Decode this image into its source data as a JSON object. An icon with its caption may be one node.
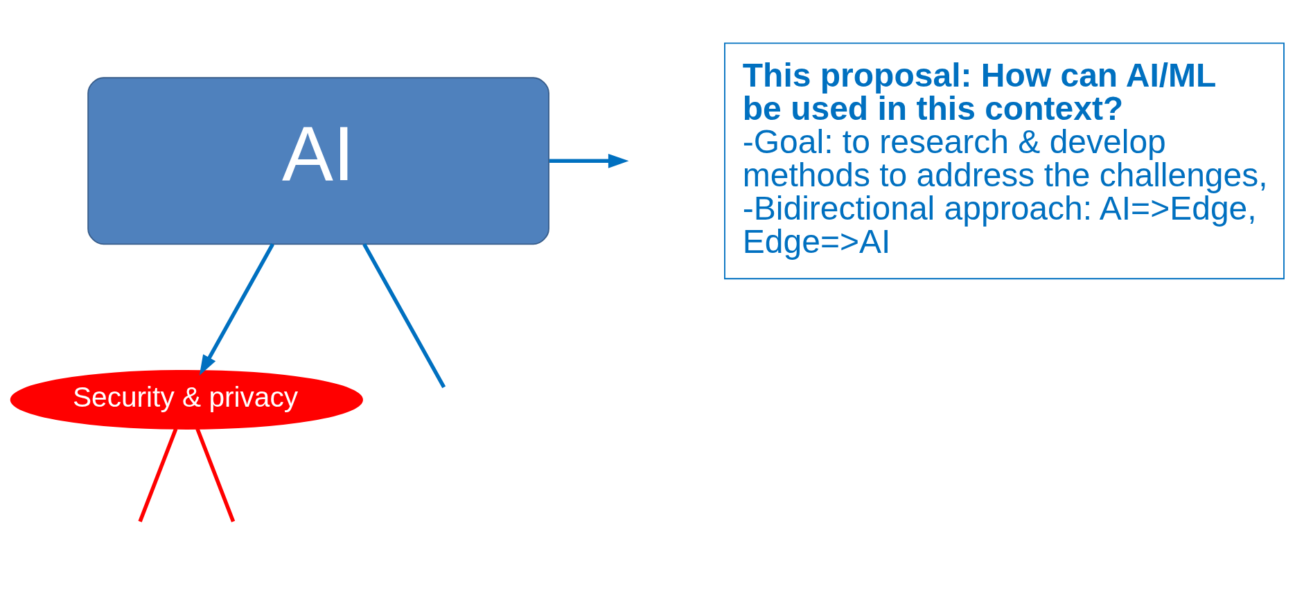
{
  "diagram": {
    "nodes": [
      {
        "text": [
          "AI"
        ]
      },
      {
        "text": [
          "This proposal: How can AI/ML be used in this context?",
          "-Goal: to research & develop methods to address the challenges, -Bidirectional approach: AI=>Edge, Edge=>AI"
        ]
      },
      {
        "text": [
          "Security & privacy"
        ]
      }
    ],
    "edges": [
      {
        "from": 0,
        "to": null,
        "arrow": "none"
      },
      {
        "from": 0,
        "to": 2,
        "arrow": "to"
      },
      {
        "from": 0,
        "to": null,
        "arrow": "to"
      },
      {
        "from": 2,
        "to": null,
        "arrow": "none",
        "color": "#ff0000"
      },
      {
        "from": 2,
        "to": null,
        "arrow": "none",
        "color": "#ff0000"
      }
    ]
  }
}
